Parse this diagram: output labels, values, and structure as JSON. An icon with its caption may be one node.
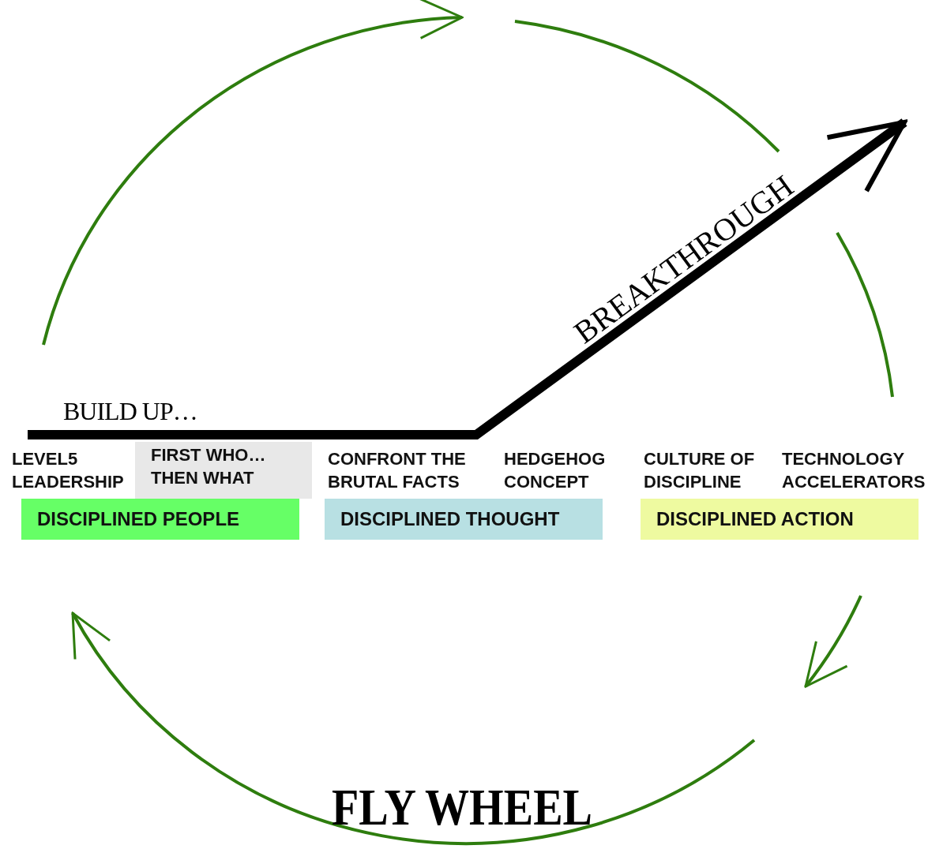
{
  "diagram": {
    "caption": "FLY WHEEL",
    "nodes": [
      {
        "text": [
          "FIRST WHO… THEN WHAT"
        ]
      },
      {
        "text": [
          "DISCIPLINED PEOPLE"
        ]
      },
      {
        "text": [
          "DISCIPLINED THOUGHT"
        ]
      },
      {
        "text": [
          "DISCIPLINED ACTION"
        ]
      }
    ],
    "labels": [
      "BUILD UP…",
      "BREAKTHROUGH",
      "LEVEL5 LEADERSHIP",
      "CONFRONT THE BRUTAL FACTS",
      "HEDGEHOG CONCEPT",
      "CULTURE OF DISCIPLINE",
      "TECHNOLOGY ACCELERATORS"
    ]
  }
}
